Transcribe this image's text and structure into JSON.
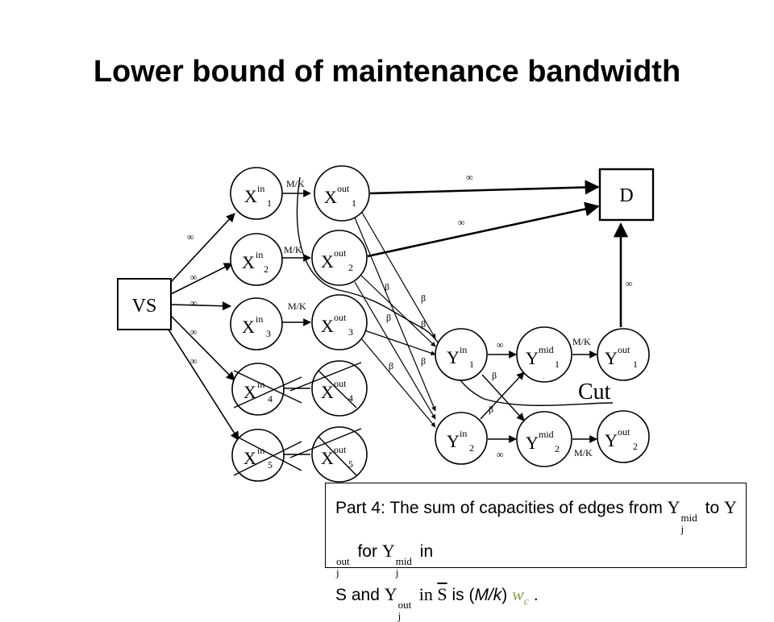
{
  "title": "Lower bound of maintenance bandwidth",
  "nodes": {
    "vs": "VS",
    "d": "D",
    "x": [
      {
        "base": "X",
        "sup": "in",
        "sub": "1"
      },
      {
        "base": "X",
        "sup": "in",
        "sub": "2"
      },
      {
        "base": "X",
        "sup": "in",
        "sub": "3"
      },
      {
        "base": "X",
        "sup": "in",
        "sub": "4"
      },
      {
        "base": "X",
        "sup": "in",
        "sub": "5"
      }
    ],
    "xout": [
      {
        "base": "X",
        "sup": "out",
        "sub": "1"
      },
      {
        "base": "X",
        "sup": "out",
        "sub": "2"
      },
      {
        "base": "X",
        "sup": "out",
        "sub": "3"
      },
      {
        "base": "X",
        "sup": "out",
        "sub": "4"
      },
      {
        "base": "X",
        "sup": "out",
        "sub": "5"
      }
    ],
    "yin": [
      {
        "base": "Y",
        "sup": "in",
        "sub": "1"
      },
      {
        "base": "Y",
        "sup": "in",
        "sub": "2"
      }
    ],
    "ymid": [
      {
        "base": "Y",
        "sup": "mid",
        "sub": "1"
      },
      {
        "base": "Y",
        "sup": "mid",
        "sub": "2"
      }
    ],
    "yout": [
      {
        "base": "Y",
        "sup": "out",
        "sub": "1"
      },
      {
        "base": "Y",
        "sup": "out",
        "sub": "2"
      }
    ]
  },
  "edge_labels": {
    "infinity": "∞",
    "mk": "M/K",
    "beta": "β"
  },
  "cut_label": "Cut",
  "caption": {
    "part1": "Part 4: The sum of capacities of edges from ",
    "y": "Y",
    "j": "j",
    "mid": "mid",
    "out": "out",
    "to": " to ",
    "for": " for ",
    "in": " in",
    "s_and": "S and ",
    "in_math": " in ",
    "sbar": "S",
    "is": " is (",
    "mk": "M/k",
    "close": ") ",
    "w": "w",
    "c": "c",
    "period": " ."
  },
  "colors": {
    "wc": "#7aa64a"
  }
}
